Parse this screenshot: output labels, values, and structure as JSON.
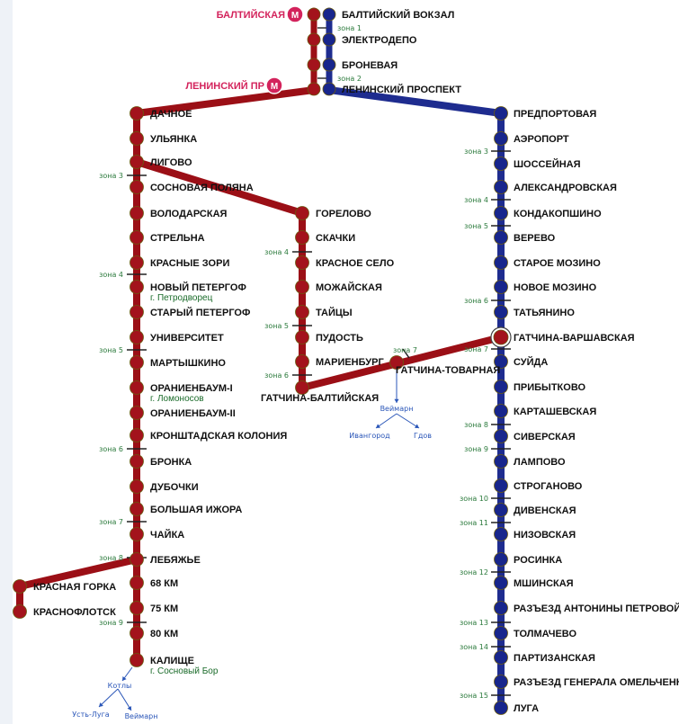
{
  "colors": {
    "red_line": "#9b0f16",
    "red_station": "#a3131c",
    "blue_line": "#1e2c8f",
    "blue_station": "#18268c",
    "metro": "#d3235c",
    "zone_text": "#2b7a3c",
    "subcaption": "#1a6b2a",
    "dest_text": "#2a56b8"
  },
  "metro": [
    {
      "label": "БАЛТИЙСКАЯ",
      "letter": "М"
    },
    {
      "label": "ЛЕНИНСКИЙ ПР",
      "letter": "М"
    }
  ],
  "trunk_stations": [
    "БАЛТИЙСКИЙ ВОКЗАЛ",
    "ЭЛЕКТРОДЕПО",
    "БРОНЕВАЯ",
    "ЛЕНИНСКИЙ ПРОСПЕКТ"
  ],
  "trunk_zones": [
    "зона 1",
    "зона 2"
  ],
  "west_line": {
    "stations": [
      {
        "name": "ДАЧНОЕ"
      },
      {
        "name": "УЛЬЯНКА"
      },
      {
        "name": "ЛИГОВО"
      },
      {
        "name": "СОСНОВАЯ ПОЛЯНА"
      },
      {
        "name": "ВОЛОДАРСКАЯ"
      },
      {
        "name": "СТРЕЛЬНА"
      },
      {
        "name": "КРАСНЫЕ ЗОРИ"
      },
      {
        "name": "НОВЫЙ ПЕТЕРГОФ",
        "sub": "г. Петродворец"
      },
      {
        "name": "СТАРЫЙ ПЕТЕРГОФ"
      },
      {
        "name": "УНИВЕРСИТЕТ"
      },
      {
        "name": "МАРТЫШКИНО"
      },
      {
        "name": "ОРАНИЕНБАУМ-I",
        "sub": "г. Ломоносов"
      },
      {
        "name": "ОРАНИЕНБАУМ-II"
      },
      {
        "name": "КРОНШТАДСКАЯ КОЛОНИЯ"
      },
      {
        "name": "БРОНКА"
      },
      {
        "name": "ДУБОЧКИ"
      },
      {
        "name": "БОЛЬШАЯ ИЖОРА"
      },
      {
        "name": "ЧАЙКА"
      },
      {
        "name": "ЛЕБЯЖЬЕ"
      },
      {
        "name": "68 КМ"
      },
      {
        "name": "75 КМ"
      },
      {
        "name": "80 КМ"
      },
      {
        "name": "КАЛИЩЕ",
        "sub": "г. Сосновый Бор"
      }
    ],
    "zones": [
      "зона 3",
      "зона 4",
      "зона 5",
      "зона 6",
      "зона 7",
      "зона 8",
      "зона 9"
    ]
  },
  "branch_red_gorka": {
    "stations": [
      "КРАСНАЯ ГОРКА",
      "КРАСНОФЛОТСК"
    ]
  },
  "south_line": {
    "stations": [
      "ГОРЕЛОВО",
      "СКАЧКИ",
      "КРАСНОЕ СЕЛО",
      "МОЖАЙСКАЯ",
      "ТАЙЦЫ",
      "ПУДОСТЬ",
      "МАРИЕНБУРГ",
      "ГАТЧИНА-БАЛТИЙСКАЯ"
    ],
    "zones": [
      "зона 4",
      "зона 5",
      "зона 6"
    ]
  },
  "gatchina_tovarnaya": {
    "name": "ГАТЧИНА-ТОВАРНАЯ",
    "zone": "зона 7"
  },
  "east_line": {
    "stations": [
      "ПРЕДПОРТОВАЯ",
      "АЭРОПОРТ",
      "ШОССЕЙНАЯ",
      "АЛЕКСАНДРОВСКАЯ",
      "КОНДАКОПШИНО",
      "ВЕРЕВО",
      "СТАРОЕ МОЗИНО",
      "НОВОЕ МОЗИНО",
      "ТАТЬЯНИНО",
      "ГАТЧИНА-ВАРШАВСКАЯ",
      "СУЙДА",
      "ПРИБЫТКОВО",
      "КАРТАШЕВСКАЯ",
      "СИВЕРСКАЯ",
      "ЛАМПОВО",
      "СТРОГАНОВО",
      "ДИВЕНСКАЯ",
      "НИЗОВСКАЯ",
      "РОСИНКА",
      "МШИНСКАЯ",
      "РАЗЪЕЗД АНТОНИНЫ ПЕТРОВОЙ",
      "ТОЛМАЧЕВО",
      "ПАРТИЗАНСКАЯ",
      "РАЗЪЕЗД ГЕНЕРАЛА ОМЕЛЬЧЕНКО",
      "ЛУГА"
    ],
    "zones": [
      "зона 3",
      "зона 4",
      "зона 5",
      "зона 6",
      "зона 7",
      "зона 8",
      "зона 9",
      "зона 10",
      "зона 11",
      "зона 12",
      "зона 13",
      "зона 14",
      "зона 15"
    ]
  },
  "destinations": {
    "weimarn_top": "Веймарн",
    "ivangorod": "Ивангород",
    "gdov": "Гдов",
    "kotly": "Котлы",
    "ust_luga": "Усть-Луга",
    "weimarn_bottom": "Веймарн"
  }
}
